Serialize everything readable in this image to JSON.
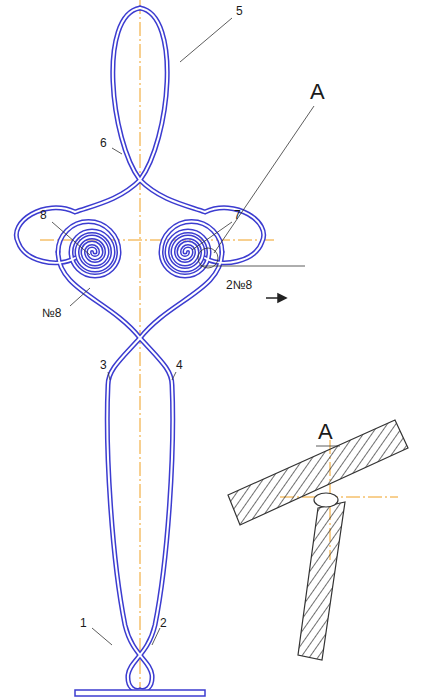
{
  "diagram": {
    "labels": [
      "5",
      "6",
      "8",
      "7",
      "A",
      "№8",
      "2№8",
      "3",
      "4",
      "1",
      "2",
      "A"
    ]
  }
}
